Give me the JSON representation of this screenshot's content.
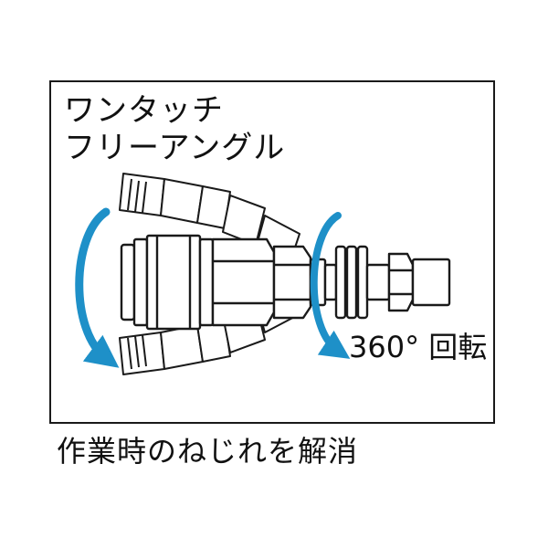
{
  "title": {
    "line1": "ワンタッチ",
    "line2": "フリーアングル"
  },
  "rotation_label": "360° 回転",
  "caption": "作業時のねじれを解消",
  "colors": {
    "arrow": "#1e90c8",
    "line": "#1a1a1a",
    "background": "#ffffff"
  },
  "icons": {
    "rotation_arrow": "curved-rotation-arrow-icon"
  }
}
